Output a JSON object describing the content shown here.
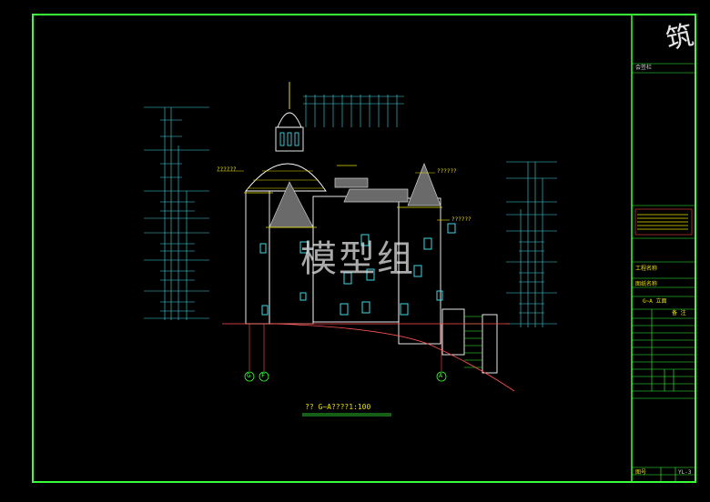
{
  "watermark": "模型组",
  "drawing_title": {
    "prefix": "??",
    "axis_from": "G",
    "axis_to": "A",
    "scale": "????1:100"
  },
  "axis_labels": {
    "g": "G",
    "f": "F",
    "a": "A"
  },
  "callouts": [
    "??????",
    "??????",
    "??????"
  ],
  "title_block": {
    "logo": "筑",
    "items": [
      {
        "text": "会签栏",
        "tone": "grey"
      },
      {
        "text": "工程名称",
        "tone": "yellow"
      },
      {
        "text": "图纸名称",
        "tone": "yellow"
      },
      {
        "text": "G~A 立面",
        "tone": "yellow"
      },
      {
        "text": "备 注",
        "tone": "yellow"
      }
    ],
    "footer": {
      "sheet_label": "图号",
      "sheet_no": "YL-3"
    }
  },
  "colors": {
    "frame": "#39ff39",
    "wall": "#ffffff",
    "roof": "#8a8a8a",
    "window": "#3fd7e6",
    "dim": "#3fd7e6",
    "grade": "#ff5050",
    "note": "#e8e000"
  }
}
